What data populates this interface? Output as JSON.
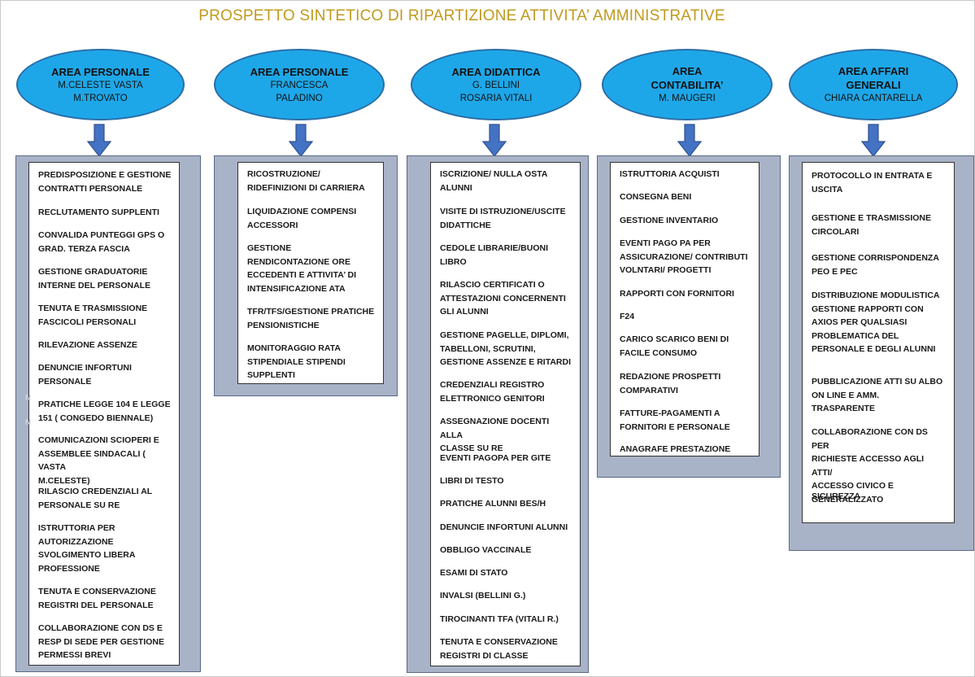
{
  "title": "PROSPETTO SINTETICO DI RIPARTIZIONE ATTIVITA’ AMMINISTRATIVE",
  "colors": {
    "title": "#c09a1e",
    "ellipse_fill": "#1ea7e8",
    "ellipse_border": "#2a6ea8",
    "arrow": "#4472c4",
    "panel": "#a9b3c7"
  },
  "areas": [
    {
      "head": [
        "AREA PERSONALE"
      ],
      "names": [
        "M.CELESTE VASTA",
        "M.TROVATO"
      ],
      "items": [
        [
          "PREDISPOSIZIONE E GESTIONE",
          "CONTRATTI PERSONALE"
        ],
        [
          "RECLUTAMENTO SUPPLENTI"
        ],
        [
          "CONVALIDA PUNTEGGI GPS O",
          "GRAD. TERZA FASCIA"
        ],
        [
          "GESTIONE GRADUATORIE",
          "INTERNE DEL PERSONALE"
        ],
        [
          "TENUTA E TRASMISSIONE",
          "FASCICOLI PERSONALI"
        ],
        [
          "RILEVAZIONE ASSENZE"
        ],
        [
          "DENUNCIE INFORTUNI",
          "PERSONALE"
        ],
        [
          "PRATICHE LEGGE 104 E LEGGE",
          "151 ( CONGEDO BIENNALE)"
        ],
        [
          "COMUNICAZIONI SCIOPERI E",
          "ASSEMBLEE SINDACALI ( VASTA",
          "M.CELESTE)"
        ],
        [
          "RILASCIO CREDENZIALI AL",
          "PERSONALE SU RE"
        ],
        [
          "ISTRUTTORIA PER",
          "AUTORIZZAZIONE",
          "SVOLGIMENTO LIBERA",
          "PROFESSIONE"
        ],
        [
          "TENUTA E CONSERVAZIONE",
          "REGISTRI DEL PERSONALE"
        ],
        [
          "COLLABORAZIONE CON DS E",
          "RESP DI SEDE PER GESTIONE",
          "PERMESSI BREVI"
        ]
      ]
    },
    {
      "head": [
        "AREA PERSONALE"
      ],
      "names": [
        "FRANCESCA",
        "PALADINO"
      ],
      "items": [
        [
          "RICOSTRUZIONE/",
          "RIDEFINIZIONI DI CARRIERA"
        ],
        [
          "LIQUIDAZIONE COMPENSI",
          "ACCESSORI"
        ],
        [
          "GESTIONE",
          "RENDICONTAZIONE ORE",
          "ECCEDENTI E ATTIVITA’ DI",
          "INTENSIFICAZIONE ATA"
        ],
        [
          "TFR/TFS/GESTIONE PRATICHE",
          "PENSIONISTICHE"
        ],
        [
          "MONITORAGGIO RATA",
          "STIPENDIALE STIPENDI",
          "SUPPLENTI"
        ]
      ]
    },
    {
      "head": [
        "AREA DIDATTICA"
      ],
      "names": [
        "G. BELLINI",
        "ROSARIA VITALI"
      ],
      "items": [
        [
          "ISCRIZIONE/ NULLA OSTA",
          "ALUNNI"
        ],
        [
          "VISITE DI ISTRUZIONE/USCITE",
          "DIDATTICHE"
        ],
        [
          "CEDOLE LIBRARIE/BUONI",
          "LIBRO"
        ],
        [
          "RILASCIO CERTIFICATI O",
          "ATTESTAZIONI CONCERNENTI",
          "GLI ALUNNI"
        ],
        [
          "GESTIONE PAGELLE, DIPLOMI,",
          "TABELLONI, SCRUTINI,",
          "GESTIONE ASSENZE E RITARDI"
        ],
        [
          "CREDENZIALI REGISTRO",
          "ELETTRONICO GENITORI"
        ],
        [
          "ASSEGNAZIONE DOCENTI ALLA",
          "CLASSE SU RE"
        ],
        [
          "EVENTI PAGOPA PER GITE"
        ],
        [
          "LIBRI DI TESTO"
        ],
        [
          "PRATICHE ALUNNI BES/H"
        ],
        [
          "DENUNCIE INFORTUNI ALUNNI"
        ],
        [
          "OBBLIGO VACCINALE"
        ],
        [
          "ESAMI DI STATO"
        ],
        [
          "INVALSI (BELLINI G.)"
        ],
        [
          "TIROCINANTI TFA (VITALI R.)"
        ],
        [
          "TENUTA E CONSERVAZIONE",
          "REGISTRI DI CLASSE"
        ]
      ]
    },
    {
      "head": [
        "AREA",
        "CONTABILITA’"
      ],
      "names": [
        "M. MAUGERI"
      ],
      "items": [
        [
          "ISTRUTTORIA ACQUISTI"
        ],
        [
          "CONSEGNA BENI"
        ],
        [
          "GESTIONE INVENTARIO"
        ],
        [
          "EVENTI PAGO PA PER",
          "ASSICURAZIONE/ CONTRIBUTI",
          "VOLNTARI/ PROGETTI"
        ],
        [
          "RAPPORTI CON FORNITORI"
        ],
        [
          "F24"
        ],
        [
          "CARICO SCARICO BENI DI",
          "FACILE CONSUMO"
        ],
        [
          "REDAZIONE PROSPETTI",
          "COMPARATIVI"
        ],
        [
          "FATTURE-PAGAMENTI A",
          "FORNITORI E PERSONALE"
        ],
        [
          "ANAGRAFE PRESTAZIONE"
        ]
      ]
    },
    {
      "head": [
        "AREA AFFARI",
        "GENERALI"
      ],
      "names": [
        "CHIARA CANTARELLA"
      ],
      "items": [
        [
          "PROTOCOLLO IN ENTRATA E",
          "USCITA"
        ],
        [
          "GESTIONE E TRASMISSIONE",
          "CIRCOLARI"
        ],
        [
          "GESTIONE    CORRISPONDENZA",
          "PEO E PEC"
        ],
        [
          "DISTRIBUZIONE MODULISTICA",
          "GESTIONE   RAPPORTI   CON",
          "AXIOS     PER     QUALSIASI",
          "PROBLEMATICA        DEL",
          "PERSONALE E DEGLI ALUNNI"
        ],
        [
          "PUBBLICAZIONE ATTI SU ALBO",
          "ON LINE E AMM.",
          "TRASPARENTE"
        ],
        [
          "COLLABORAZIONE CON DS PER",
          "RICHIESTE ACCESSO AGLI ATTI/",
          "ACCESSO CIVICO E",
          "GENERALIZZATO"
        ],
        [
          "SICUREZZA"
        ]
      ]
    }
  ]
}
